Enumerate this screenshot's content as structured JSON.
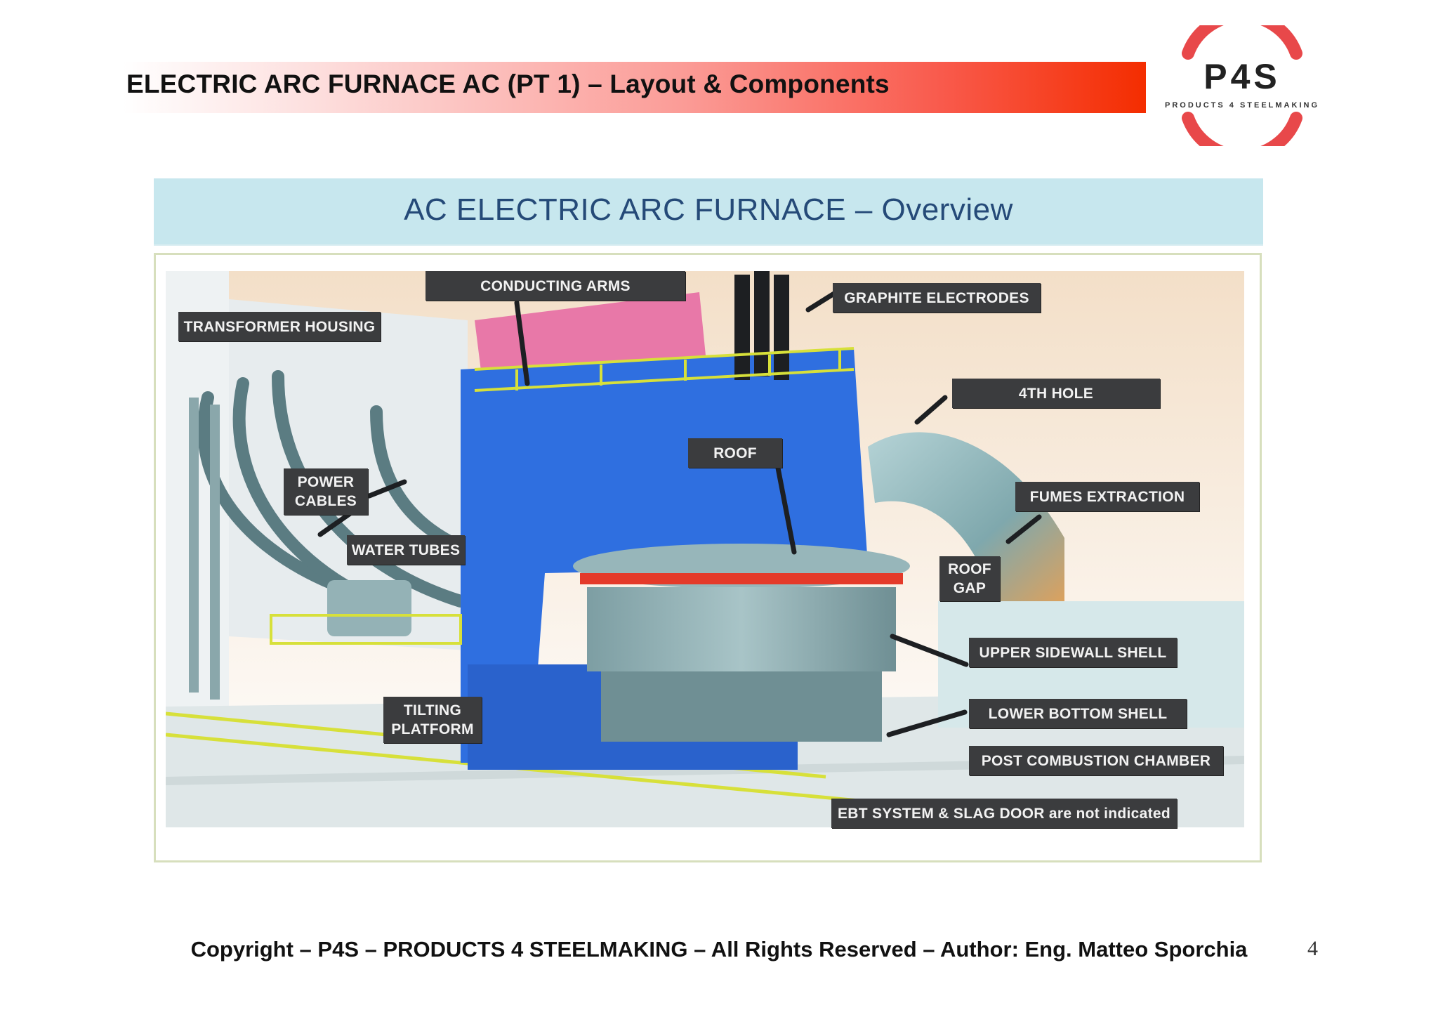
{
  "slide": {
    "title": "ELECTRIC ARC FURNACE AC (PT 1) – Layout & Components",
    "footer": "Copyright – P4S – PRODUCTS 4 STEELMAKING – All Rights Reserved – Author: Eng. Matteo Sporchia",
    "page_number": "4"
  },
  "logo": {
    "text": "P4S",
    "subtitle": "PRODUCTS 4 STEELMAKING",
    "ring_color": "#e8484a"
  },
  "figure": {
    "title": "AC ELECTRIC ARC FURNACE – Overview"
  },
  "callouts": {
    "conducting_arms": "CONDUCTING ARMS",
    "graphite_electrodes": "GRAPHITE ELECTRODES",
    "transformer_housing": "TRANSFORMER HOUSING",
    "fourth_hole": "4TH HOLE",
    "roof": "ROOF",
    "power_cables": "POWER\nCABLES",
    "fumes_extraction": "FUMES EXTRACTION",
    "water_tubes": "WATER TUBES",
    "roof_gap": "ROOF\nGAP",
    "upper_sidewall_shell": "UPPER SIDEWALL SHELL",
    "tilting_platform": "TILTING\nPLATFORM",
    "lower_bottom_shell": "LOWER BOTTOM SHELL",
    "post_combustion_chamber": "POST COMBUSTION CHAMBER",
    "ebt_note": "EBT SYSTEM & SLAG DOOR are not indicated"
  },
  "colors": {
    "title_bar_end": "#f42d00",
    "figure_title": "#254a78",
    "figure_header_bg": "#c7e7ee",
    "callout_bg": "#3b3c3e",
    "structure_blue": "#2f6fe0",
    "furnace_teal": "#8fb3b8",
    "rail_yellow": "#d7e03a",
    "arm_pink": "#e878a8"
  }
}
